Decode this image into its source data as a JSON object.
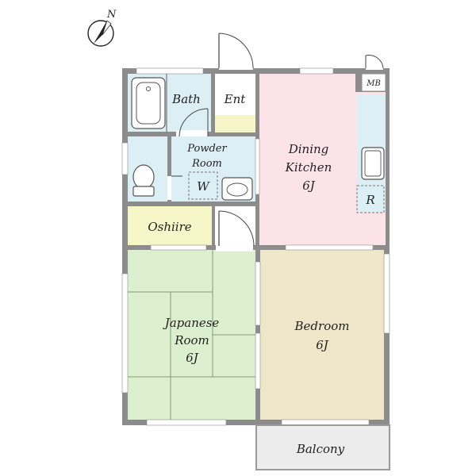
{
  "compass": {
    "north_label": "N",
    "icon": "north-arrow-icon"
  },
  "rooms": {
    "bath": "Bath",
    "entrance": "Ent",
    "powder_room": [
      "Powder",
      "Room"
    ],
    "washer": "W",
    "dining_kitchen": [
      "Dining",
      "Kitchen",
      "6J"
    ],
    "refrigerator": "R",
    "meter_box": "MB",
    "oshiire": "Oshiire",
    "japanese_room": [
      "Japanese",
      "Room",
      "6J"
    ],
    "bedroom": [
      "Bedroom",
      "6J"
    ],
    "balcony": "Balcony"
  },
  "colors": {
    "wall": "#8c8c8c",
    "wet_area": "#dcefF5",
    "dining_kitchen": "#fbe3e7",
    "japanese_room": "#dcefcf",
    "bedroom": "#f0e6c9",
    "oshiire": "#f7f6c8",
    "entrance": "#f5f5c8",
    "balcony": "#ececec"
  }
}
